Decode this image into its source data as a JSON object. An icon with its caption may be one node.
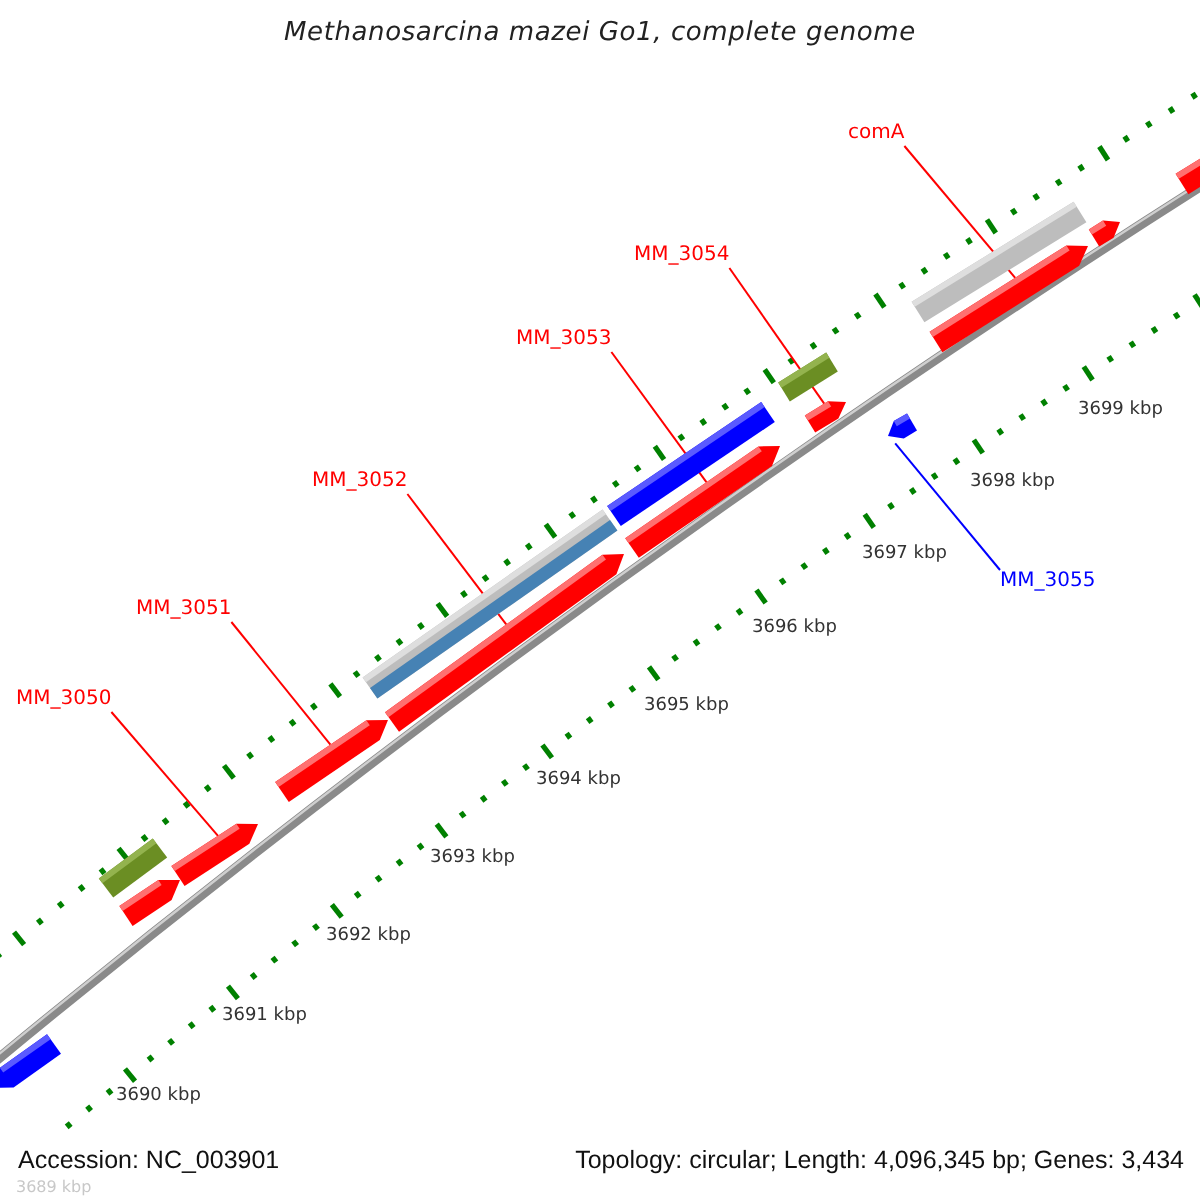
{
  "diagram": {
    "title": "Methanosarcina mazei Go1, complete genome",
    "nodes": [
      {
        "text": [
          "comA"
        ]
      },
      {
        "text": [
          "MM_3054"
        ]
      },
      {
        "text": [
          "MM_3053"
        ]
      },
      {
        "text": [
          "MM_3052"
        ]
      },
      {
        "text": [
          "MM_3055"
        ]
      },
      {
        "text": [
          "MM_3051"
        ]
      },
      {
        "text": [
          "MM_3050"
        ]
      },
      {
        "text": [],
        "shape": "pentagon"
      },
      {
        "text": [],
        "shape": "bar"
      },
      {
        "text": [],
        "shape": "pentagon"
      },
      {
        "text": [],
        "shape": "pentagon"
      },
      {
        "text": [],
        "shape": "pentagon"
      },
      {
        "text": [],
        "shape": "bar"
      },
      {
        "text": [],
        "shape": "pentagon"
      },
      {
        "text": [],
        "shape": "bar"
      },
      {
        "text": [],
        "shape": "pentagon"
      },
      {
        "text": [],
        "shape": "bar"
      },
      {
        "text": [],
        "shape": "pentagon"
      },
      {
        "text": [],
        "shape": "pentagon"
      },
      {
        "text": [],
        "shape": "bar"
      },
      {
        "text": [],
        "shape": "pentagon"
      },
      {
        "text": [],
        "shape": "pentagon"
      },
      {
        "text": [],
        "shape": "pentagon"
      }
    ],
    "edges": [
      {
        "from": 0,
        "to": 20,
        "arrow": "none"
      },
      {
        "from": 1,
        "to": 17,
        "arrow": "none"
      },
      {
        "from": 2,
        "to": 15,
        "arrow": "none"
      },
      {
        "from": 3,
        "to": 13,
        "arrow": "none"
      },
      {
        "from": 4,
        "to": 18,
        "arrow": "none",
        "color": "#0000ff"
      },
      {
        "from": 5,
        "to": 11,
        "arrow": "none"
      },
      {
        "from": 6,
        "to": 10,
        "arrow": "none"
      }
    ],
    "labels": [
      "3699 kbp",
      "3698 kbp",
      "3697 kbp",
      "3696 kbp",
      "3695 kbp",
      "3694 kbp",
      "3693 kbp",
      "3692 kbp",
      "3691 kbp",
      "3690 kbp",
      "Accession: NC_003901",
      "Topology: circular; Length: 4,096,345 bp; Genes: 3,434",
      "3689 kbp"
    ]
  }
}
